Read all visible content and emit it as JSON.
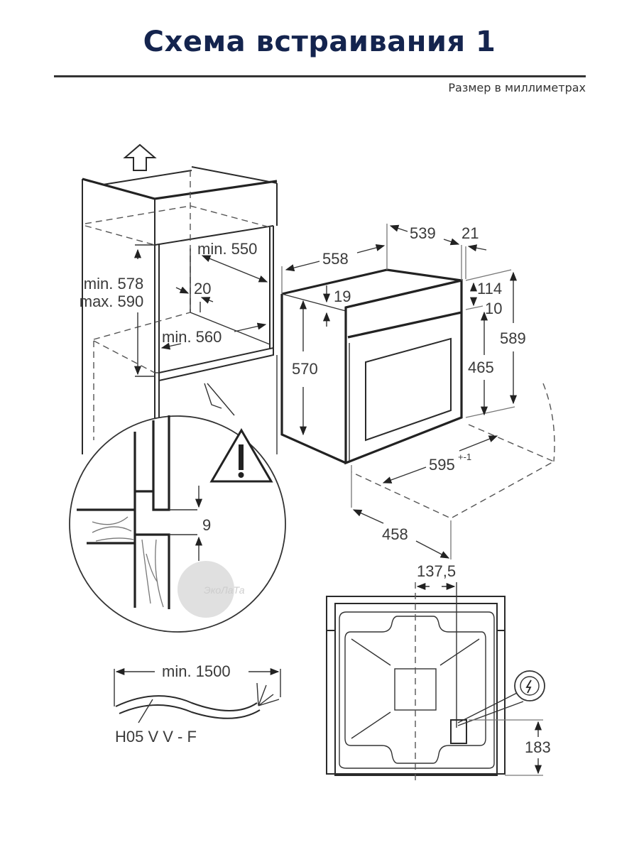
{
  "header": {
    "title": "Схема встраивания 1",
    "subtitle": "Размер в миллиметрах"
  },
  "niche": {
    "height_label_1": "min. 578",
    "height_label_2": "max. 590",
    "depth_label": "min. 550",
    "gap_label": "20",
    "width_label": "min. 560",
    "airflow_icon": "arrow-up-outline-icon"
  },
  "detail": {
    "gap_label": "9",
    "warning_icon": "warning-triangle-icon",
    "watermark": "ЭкоЛаТа"
  },
  "oven": {
    "top_depth_label": "558",
    "body_depth_label": "539",
    "door_thickness_label": "21",
    "top_offset_label": "19",
    "panel_height_label": "114",
    "panel_gap_label": "10",
    "total_height_label": "589",
    "body_height_label": "570",
    "door_height_label": "465",
    "width_label": "595",
    "width_tolerance": "+-1",
    "bottom_depth_label": "458"
  },
  "back_view": {
    "offset_label": "137,5",
    "height_label": "183",
    "electric_icon": "lightning-icon"
  },
  "cable": {
    "length_label": "min. 1500",
    "type_label": "H05 V V - F"
  }
}
